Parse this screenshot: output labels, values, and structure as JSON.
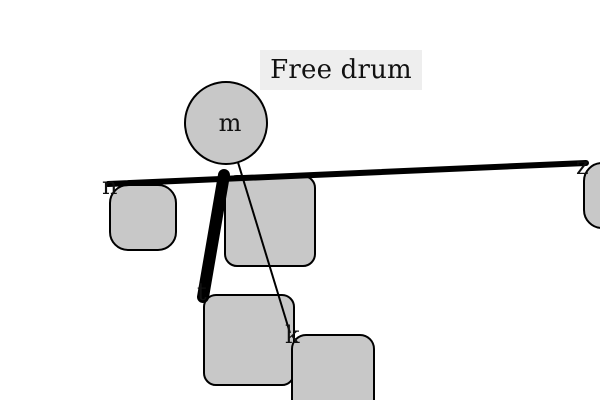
{
  "title": "Free drum",
  "labels": {
    "mass": "m",
    "endpoint_left": "n",
    "endpoint_right": "z",
    "pivot_lower": "t",
    "pendulum_end": "k"
  },
  "colors": {
    "block_fill": "#c8c8c8",
    "stroke": "#000000",
    "title_background": "#eeeeee"
  }
}
